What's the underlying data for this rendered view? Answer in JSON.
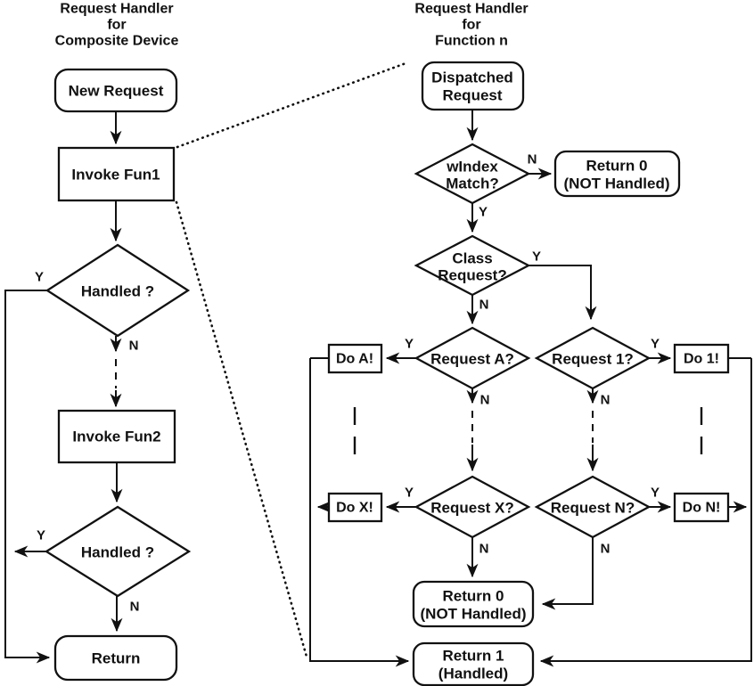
{
  "colors": {
    "ink": "#111111",
    "background": "#ffffff"
  },
  "labels": {
    "yes": "Y",
    "no": "N"
  },
  "left": {
    "title": [
      "Request Handler",
      "for",
      "Composite Device"
    ],
    "nodes": {
      "new_request": "New Request",
      "invoke_fun1": "Invoke Fun1",
      "handled_1": "Handled ?",
      "invoke_fun2": "Invoke Fun2",
      "handled_2": "Handled ?",
      "return": "Return"
    }
  },
  "right": {
    "title": [
      "Request Handler",
      "for",
      "Function n"
    ],
    "nodes": {
      "dispatched": [
        "Dispatched",
        "Request"
      ],
      "windex_match": [
        "wIndex",
        "Match?"
      ],
      "return0_top": [
        "Return 0",
        "(NOT Handled)"
      ],
      "class_request": [
        "Class",
        "Request?"
      ],
      "request_a": "Request A?",
      "request_1": "Request 1?",
      "do_a": "Do A!",
      "do_1": "Do 1!",
      "request_x": "Request X?",
      "request_n": "Request N?",
      "do_x": "Do X!",
      "do_n": "Do N!",
      "return0_bottom": [
        "Return 0",
        "(NOT Handled)"
      ],
      "return1": [
        "Return 1",
        "(Handled)"
      ]
    }
  }
}
